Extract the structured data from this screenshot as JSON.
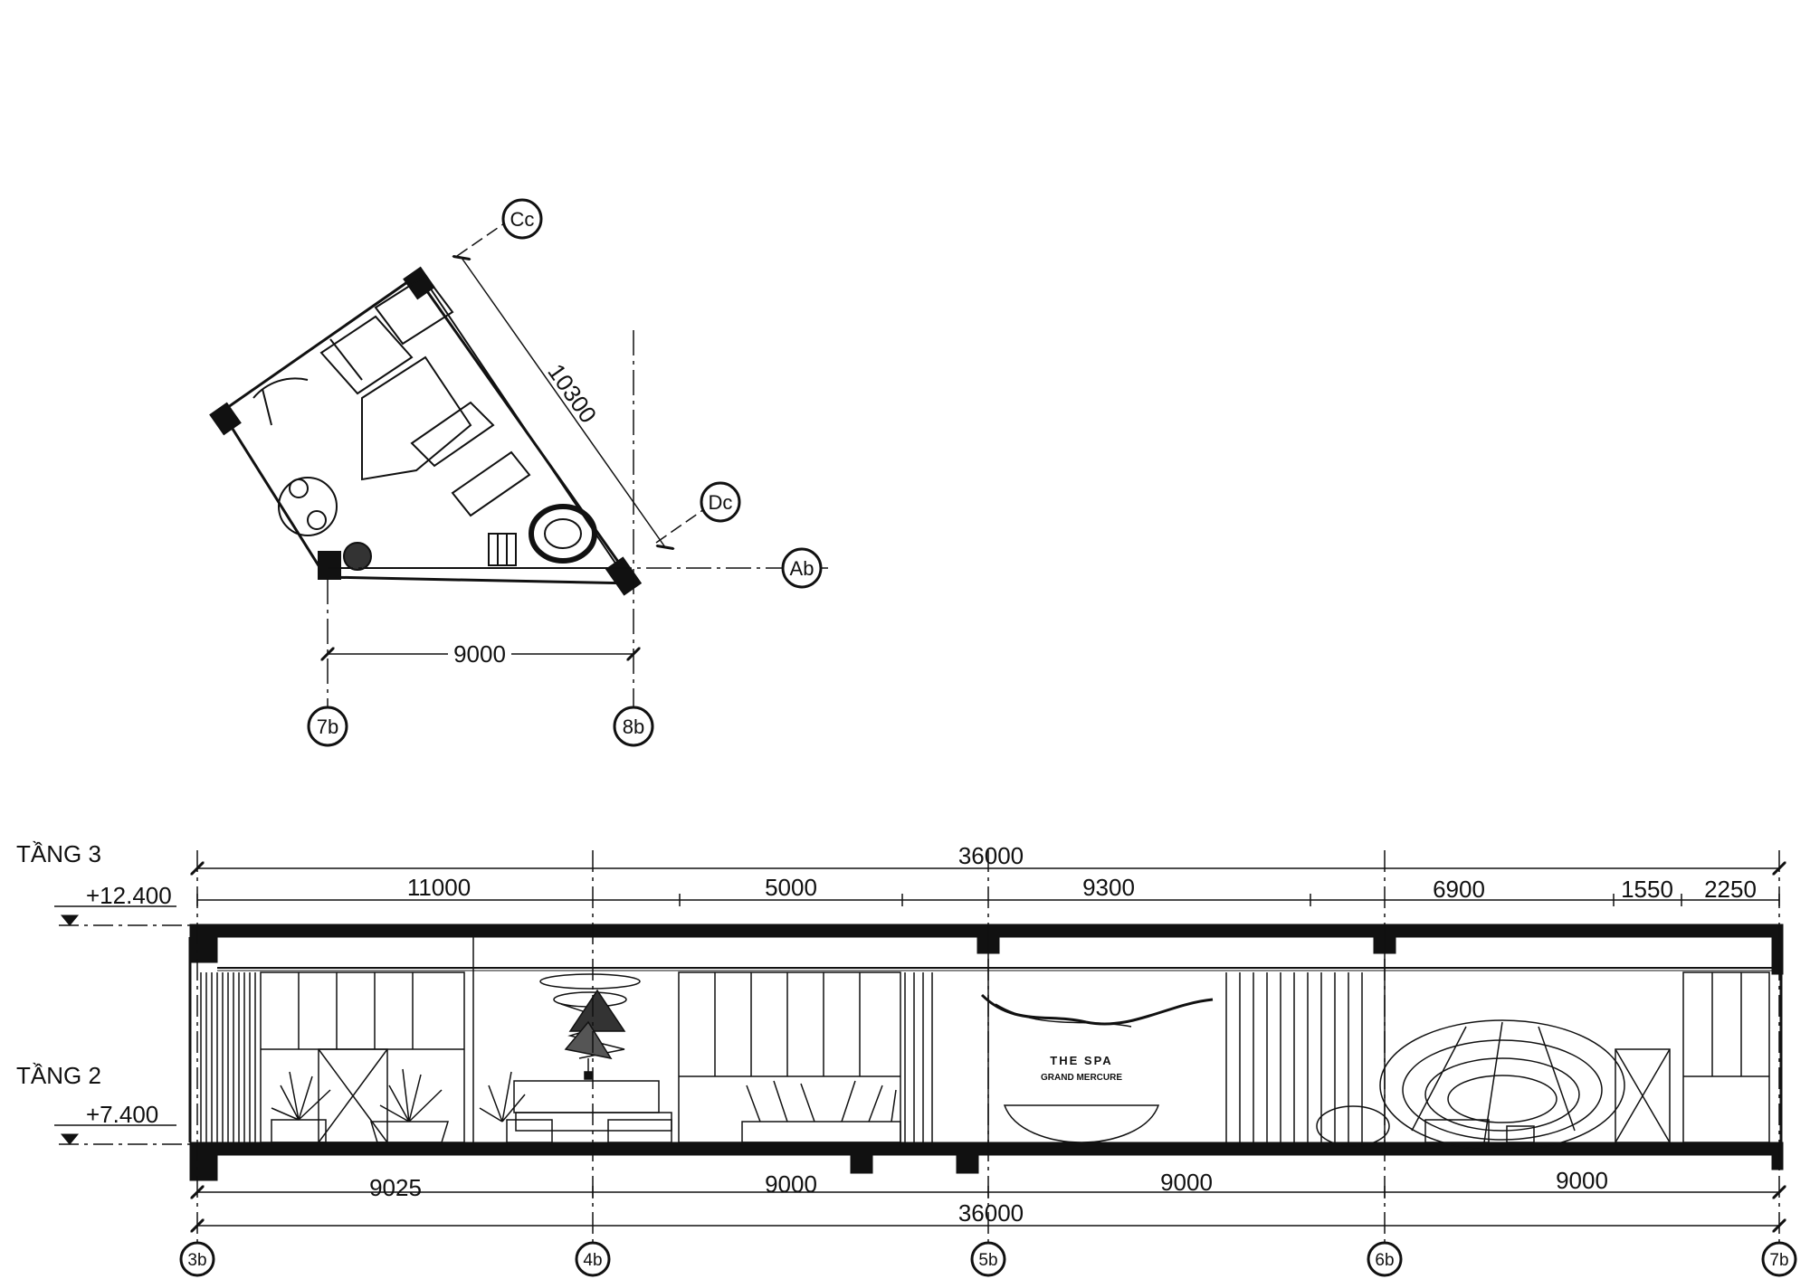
{
  "plan": {
    "dim_top": "10300",
    "dim_bottom": "9000",
    "grid": [
      "Cc",
      "Dc",
      "Ab",
      "7b",
      "8b"
    ]
  },
  "section": {
    "levels": [
      {
        "name": "TẦNG 3",
        "elev": "+12.400"
      },
      {
        "name": "TẦNG 2",
        "elev": "+7.400"
      }
    ],
    "dims_top_total": "36000",
    "dims_top": [
      "11000",
      "5000",
      "9300",
      "6900",
      "1550",
      "2250"
    ],
    "dims_bottom": [
      "9025",
      "9000",
      "9000",
      "9000"
    ],
    "dims_bottom_total": "36000",
    "grid": [
      "3b",
      "4b",
      "5b",
      "6b",
      "7b"
    ],
    "sign": {
      "line1": "THE SPA",
      "line2": "GRAND MERCURE"
    }
  },
  "colors": {
    "line": "#111111",
    "background": "#ffffff"
  }
}
